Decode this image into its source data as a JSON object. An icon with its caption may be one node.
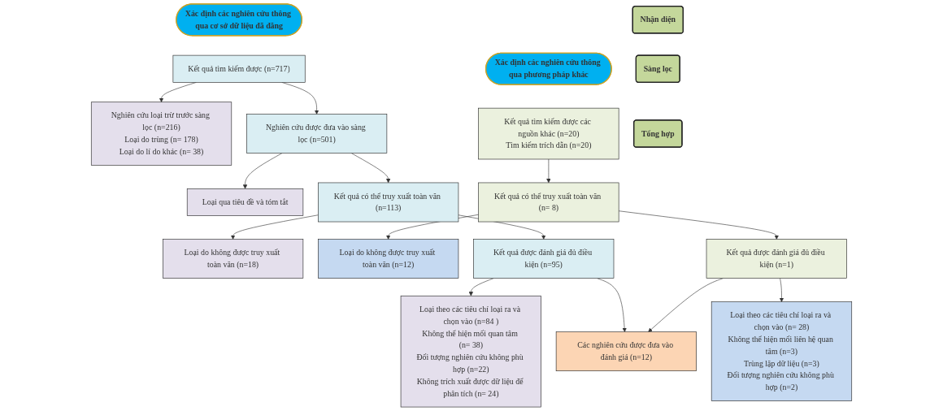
{
  "diagram": {
    "nodes": [
      {
        "text": [
          "Xác định các nghiên cứu thông qua cơ sở dữ liệu đã đăng"
        ]
      },
      {
        "text": [
          "Xác định các nghiên cứu thông qua phương pháp khác"
        ]
      },
      {
        "text": [
          "Nhận diện"
        ]
      },
      {
        "text": [
          "Kết quả tìm kiếm được (n=717)"
        ]
      },
      {
        "text": [
          "Nghiên cứu loại trừ trước sàng lọc (n=216)",
          "Loại do trùng (n= 178)",
          "Loại do lí do khác (n= 38)"
        ]
      },
      {
        "text": [
          "Kết quả tìm kiếm được các nguồn khác (n=20)",
          "Tìm kiếm trích dẫn (n=20)"
        ]
      },
      {
        "text": [
          "Sàng lọc"
        ]
      },
      {
        "text": [
          "Nghiên cứu được đưa vào sàng lọc (n=501)"
        ]
      },
      {
        "text": [
          "Loại qua tiêu đề và tóm tắt"
        ]
      },
      {
        "text": [
          "Kết quả có thể truy xuất toàn văn (n=113)"
        ]
      },
      {
        "text": [
          "Loại do không được truy xuất toàn văn (n=18)"
        ]
      },
      {
        "text": [
          "Kết quả có thể truy xuất toàn văn (n= 8)"
        ]
      },
      {
        "text": [
          "Loại do không được truy xuất toàn văn (n=12)"
        ]
      },
      {
        "text": [
          "Kết quả được đánh giá đủ điều kiện (n=95)"
        ]
      },
      {
        "text": [
          "Loại theo các tiêu chí loại ra và chọn vào (n=84 )",
          "Không thể hiện mối quan tâm (n= 38)",
          "Đối tượng nghiên cứu không phù hợp (n=22)",
          "Không trích xuất được dữ liệu để phân tích (n= 24)"
        ]
      },
      {
        "text": [
          "Kết quả được đánh giá đủ điều kiện (n=1)"
        ]
      },
      {
        "text": [
          "Loại theo các tiêu chí loại ra và chọn vào (n= 28)",
          "Không thể hiện mối liên hệ quan tâm (n=3)",
          "Trùng lặp dữ liệu (n=3)",
          "Đối tượng nghiên cứu không phù hợp (n=2)"
        ]
      },
      {
        "text": [
          "Tổng hợp"
        ]
      },
      {
        "text": [
          "Các nghiên cứu được đưa vào đánh giá (n=12)"
        ]
      }
    ],
    "edges": [
      {
        "from": 3,
        "to": 4,
        "arrow": "to"
      },
      {
        "from": 3,
        "to": 7,
        "arrow": "to"
      },
      {
        "from": 7,
        "to": 8,
        "arrow": "to"
      },
      {
        "from": 7,
        "to": 9,
        "arrow": "to"
      },
      {
        "from": 9,
        "to": 10,
        "arrow": "to"
      },
      {
        "from": 9,
        "to": 13,
        "arrow": "to"
      },
      {
        "from": 13,
        "to": 14,
        "arrow": "to"
      },
      {
        "from": 13,
        "to": 18,
        "arrow": "to"
      },
      {
        "from": 5,
        "to": 11,
        "arrow": "to"
      },
      {
        "from": 11,
        "to": 12,
        "arrow": "to"
      },
      {
        "from": 11,
        "to": 15,
        "arrow": "to"
      },
      {
        "from": 15,
        "to": 16,
        "arrow": "to"
      },
      {
        "from": 15,
        "to": 18,
        "arrow": "to"
      }
    ]
  }
}
